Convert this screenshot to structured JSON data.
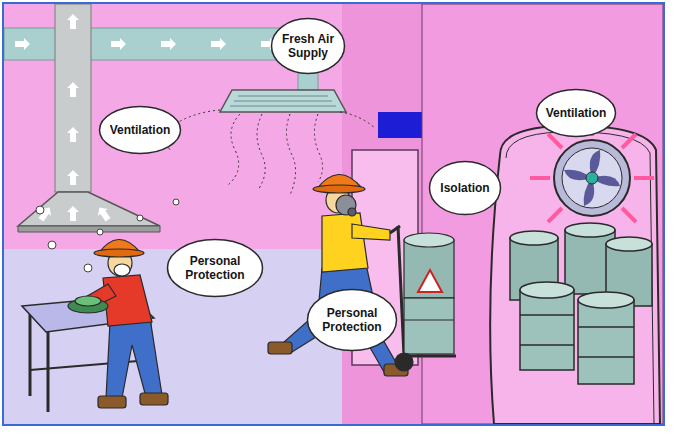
{
  "diagram": {
    "nodes": [
      {
        "text": [
          "Fresh Air Supply"
        ]
      },
      {
        "text": [
          "Ventilation"
        ]
      },
      {
        "text": [
          "Ventilation"
        ]
      },
      {
        "text": [
          "Isolation"
        ]
      },
      {
        "text": [
          "Personal Protection"
        ]
      },
      {
        "text": [
          "Personal Protection"
        ]
      }
    ]
  }
}
